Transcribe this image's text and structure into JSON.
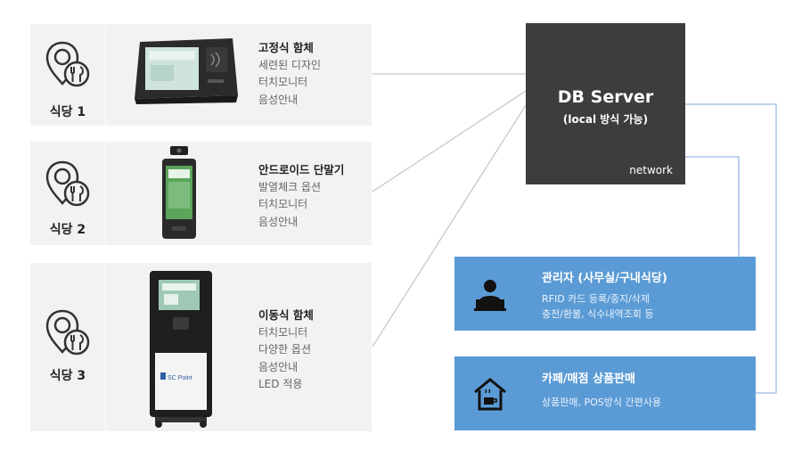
{
  "restaurants": [
    {
      "label": "식당 1",
      "device": "fixed-kiosk",
      "title": "고정식 함체",
      "features": [
        "세련된 디자인",
        "터치모니터",
        "음성안내"
      ]
    },
    {
      "label": "식당 2",
      "device": "android-terminal",
      "title": "안드로이드 단말기",
      "features": [
        "발열체크 옵션",
        "터치모니터",
        "음성안내"
      ]
    },
    {
      "label": "식당 3",
      "device": "mobile-kiosk",
      "brand": "SC Point",
      "title": "이동식 함체",
      "features": [
        "터치모니터",
        "다양한 옵션",
        "음성안내",
        "LED 적용"
      ]
    }
  ],
  "server": {
    "name": "DB Server",
    "sub": "(local 방식 가능)",
    "network": "network"
  },
  "admin": {
    "icon": "admin-person-icon",
    "title": "관리자 (사무실/구내식당)",
    "lines": [
      "RFID 카드 등록/중지/삭제",
      "충전/환불, 식수내역조회 등"
    ]
  },
  "cafe": {
    "icon": "cafe-store-icon",
    "title": "카페/매점 상품판매",
    "lines": [
      "상품판매, POS방식 간편사용"
    ]
  },
  "colors": {
    "panel": "#f2f2f2",
    "server": "#3d3d3d",
    "box": "#5b9bd5",
    "link": "#a9c4e4",
    "line": "#cfcfcf"
  }
}
